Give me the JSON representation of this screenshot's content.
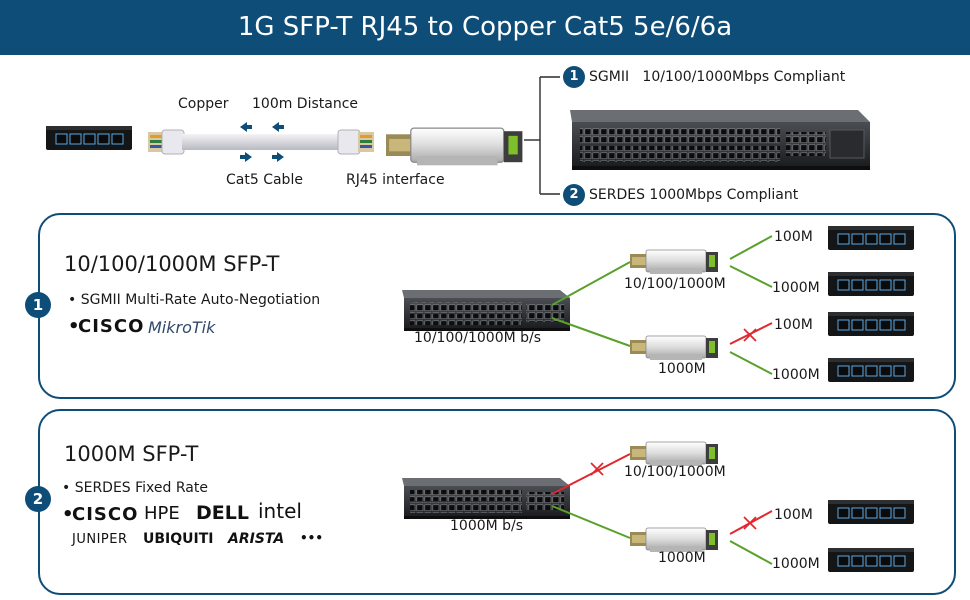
{
  "banner": {
    "title": "1G SFP-T RJ45 to Copper Cat5 5e/6/6a"
  },
  "top": {
    "copper": "Copper",
    "distance": "100m Distance",
    "cable": "Cat5 Cable",
    "rj45": "RJ45 interface",
    "mode1_num": "1",
    "mode1": "SGMII   10/100/1000Mbps Compliant",
    "mode2_num": "2",
    "mode2": "SERDES 1000Mbps Compliant"
  },
  "panel1": {
    "num": "1",
    "title": "10/100/1000M SFP-T",
    "bullet": "• SGMII Multi-Rate Auto-Negotiation",
    "brand_dot": "•",
    "brands": [
      "CISCO",
      "MikroTik"
    ],
    "switch_label": "10/100/1000M b/s",
    "module1_label": "10/100/1000M",
    "module2_label": "1000M",
    "link_labels": [
      "100M",
      "1000M",
      "100M",
      "1000M"
    ]
  },
  "panel2": {
    "num": "2",
    "title": "1000M SFP-T",
    "bullet": "• SERDES Fixed Rate",
    "brand_dot": "•",
    "brands": [
      "CISCO",
      "HPE",
      "DELL",
      "intel",
      "JUNIPER",
      "UBIQUITI",
      "ARISTA",
      "•••"
    ],
    "switch_label": "1000M b/s",
    "module1_label": "10/100/1000M",
    "module2_label": "1000M",
    "link_labels": [
      "100M",
      "1000M"
    ]
  },
  "colors": {
    "navy": "#0e4d78",
    "green": "#5aa02c",
    "red": "#e0282e"
  }
}
